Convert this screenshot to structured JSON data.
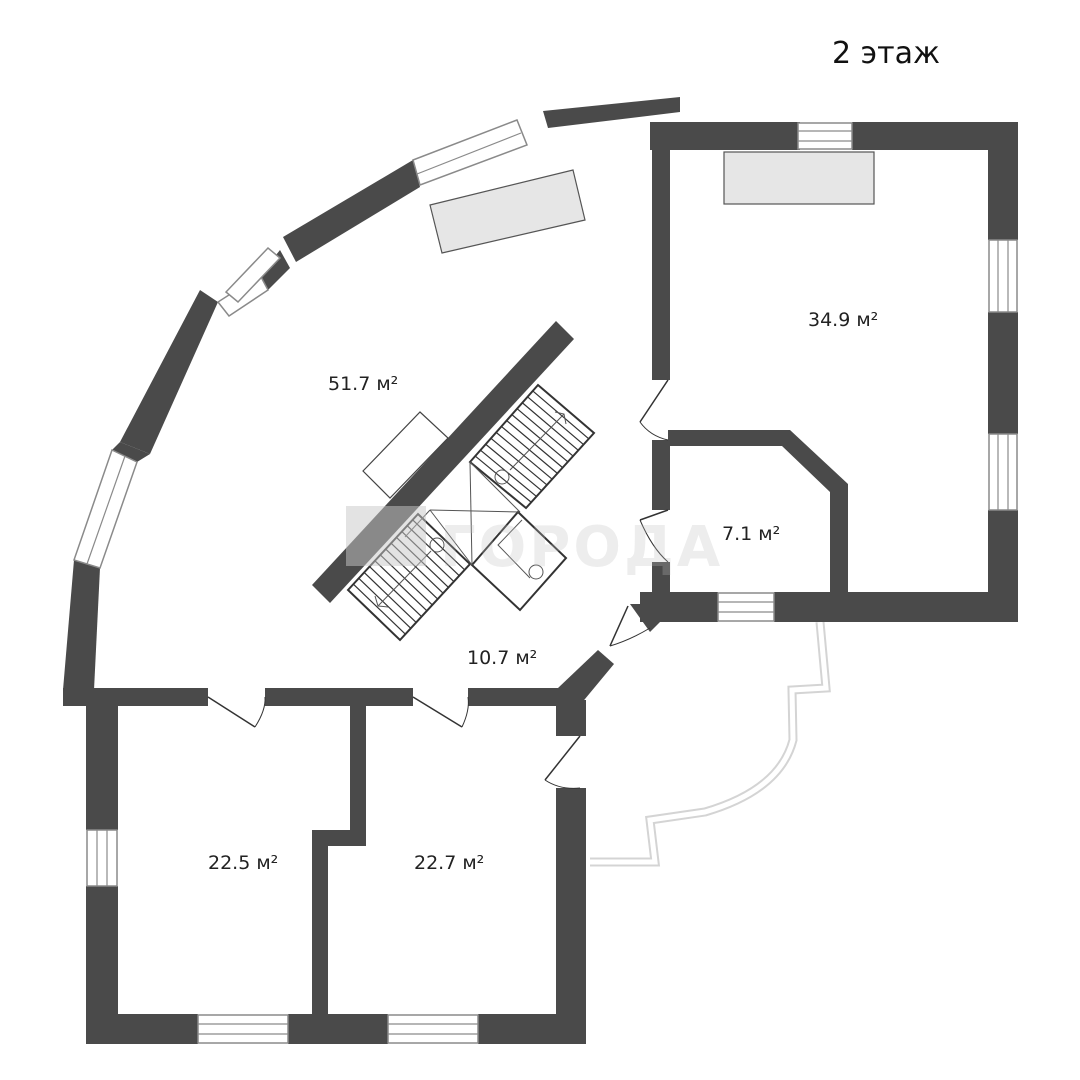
{
  "floor_label": "2 этаж",
  "watermark": "ГОРОДА",
  "colors": {
    "wall": "#4a4a4a",
    "furniture": "#e6e6e6",
    "balcony": "#d4d4d4"
  },
  "rooms": [
    {
      "id": "hall",
      "area": "51.7 м²"
    },
    {
      "id": "bedroom-ne",
      "area": "34.9 м²"
    },
    {
      "id": "storage",
      "area": "7.1 м²"
    },
    {
      "id": "landing",
      "area": "10.7 м²"
    },
    {
      "id": "bedroom-sw",
      "area": "22.5 м²"
    },
    {
      "id": "bedroom-s",
      "area": "22.7 м²"
    }
  ]
}
